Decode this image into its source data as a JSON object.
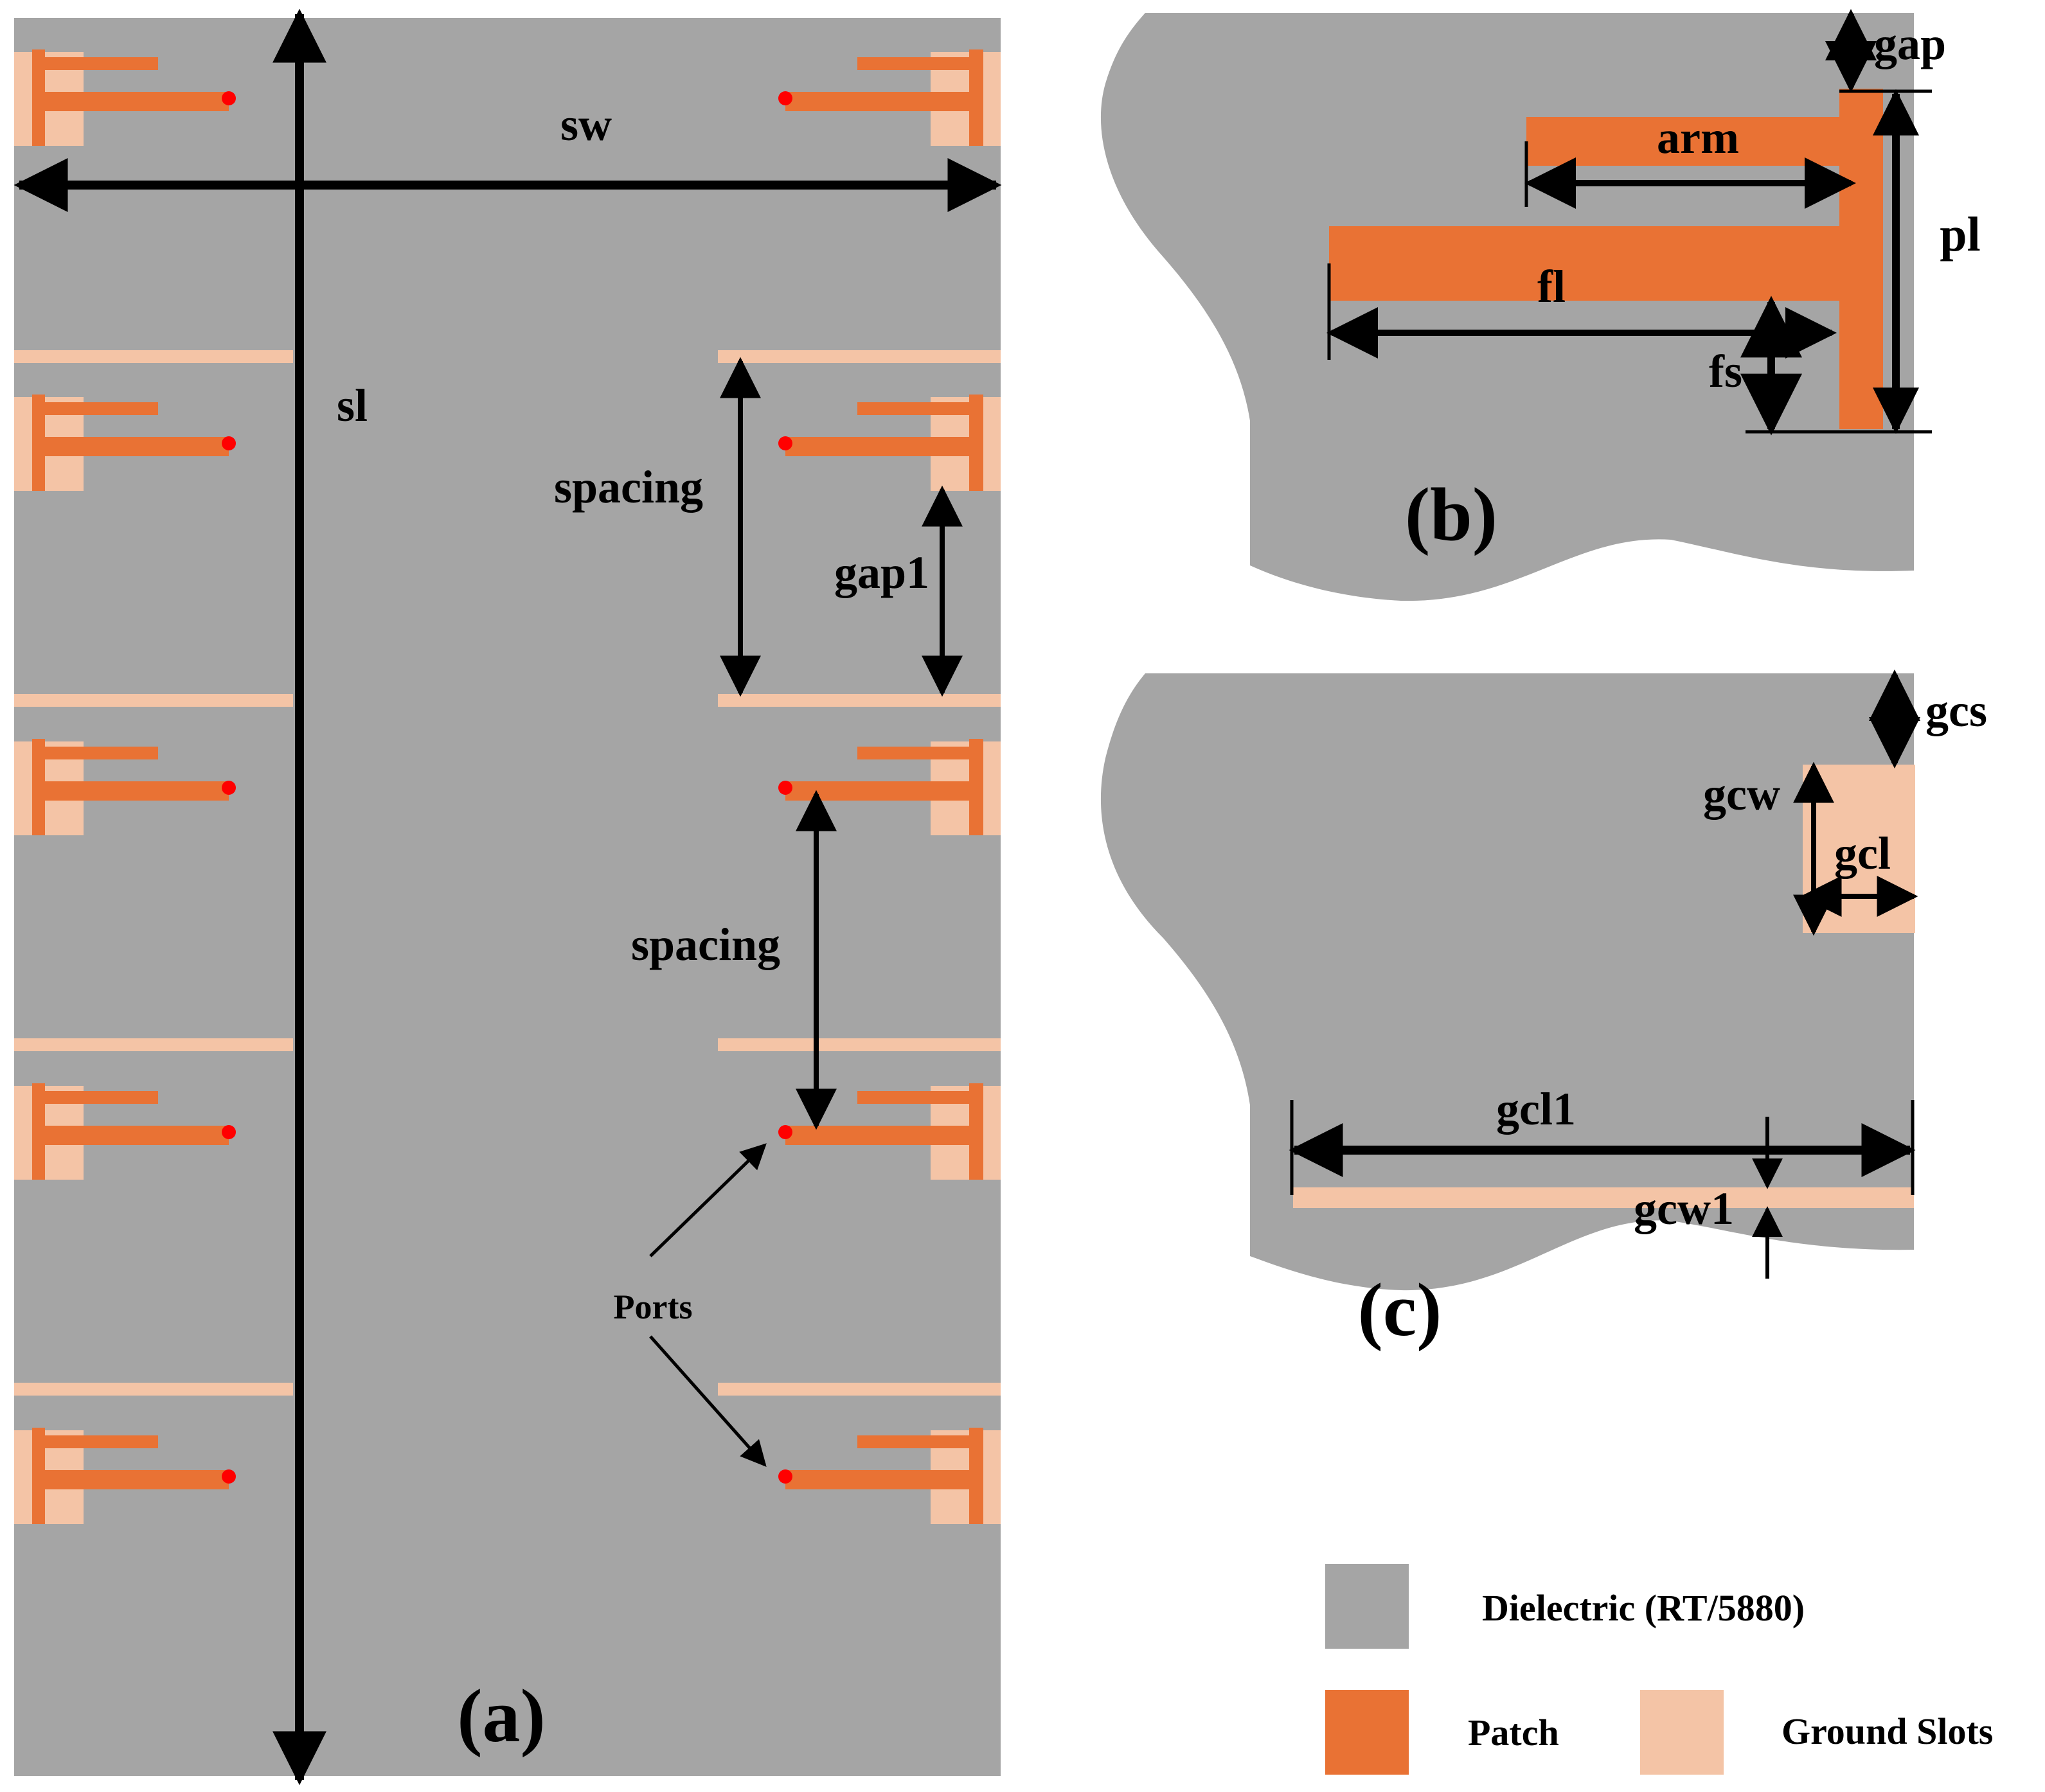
{
  "colors": {
    "dielectric": "#a5a5a5",
    "patch": "#e97234",
    "slot": "#f4c4a6",
    "port": "#ff0000",
    "ink": "#000000"
  },
  "panel_a": {
    "label": "(a)",
    "dims": {
      "sw": "sw",
      "sl": "sl",
      "spacing_1": "spacing",
      "gap1": "gap1",
      "spacing_2": "spacing"
    },
    "ports_label": "Ports"
  },
  "panel_b": {
    "label": "(b)",
    "dims": {
      "gap": "gap",
      "arm": "arm",
      "pl": "pl",
      "fl": "fl",
      "fs": "fs"
    }
  },
  "panel_c": {
    "label": "(c)",
    "dims": {
      "gcs": "gcs",
      "gcw": "gcw",
      "gcl": "gcl",
      "gcl1": "gcl1",
      "gcw1": "gcw1"
    }
  },
  "legend": {
    "dielectric": "Dielectric (RT/5880)",
    "patch": "Patch",
    "ground_slots": "Ground Slots"
  }
}
